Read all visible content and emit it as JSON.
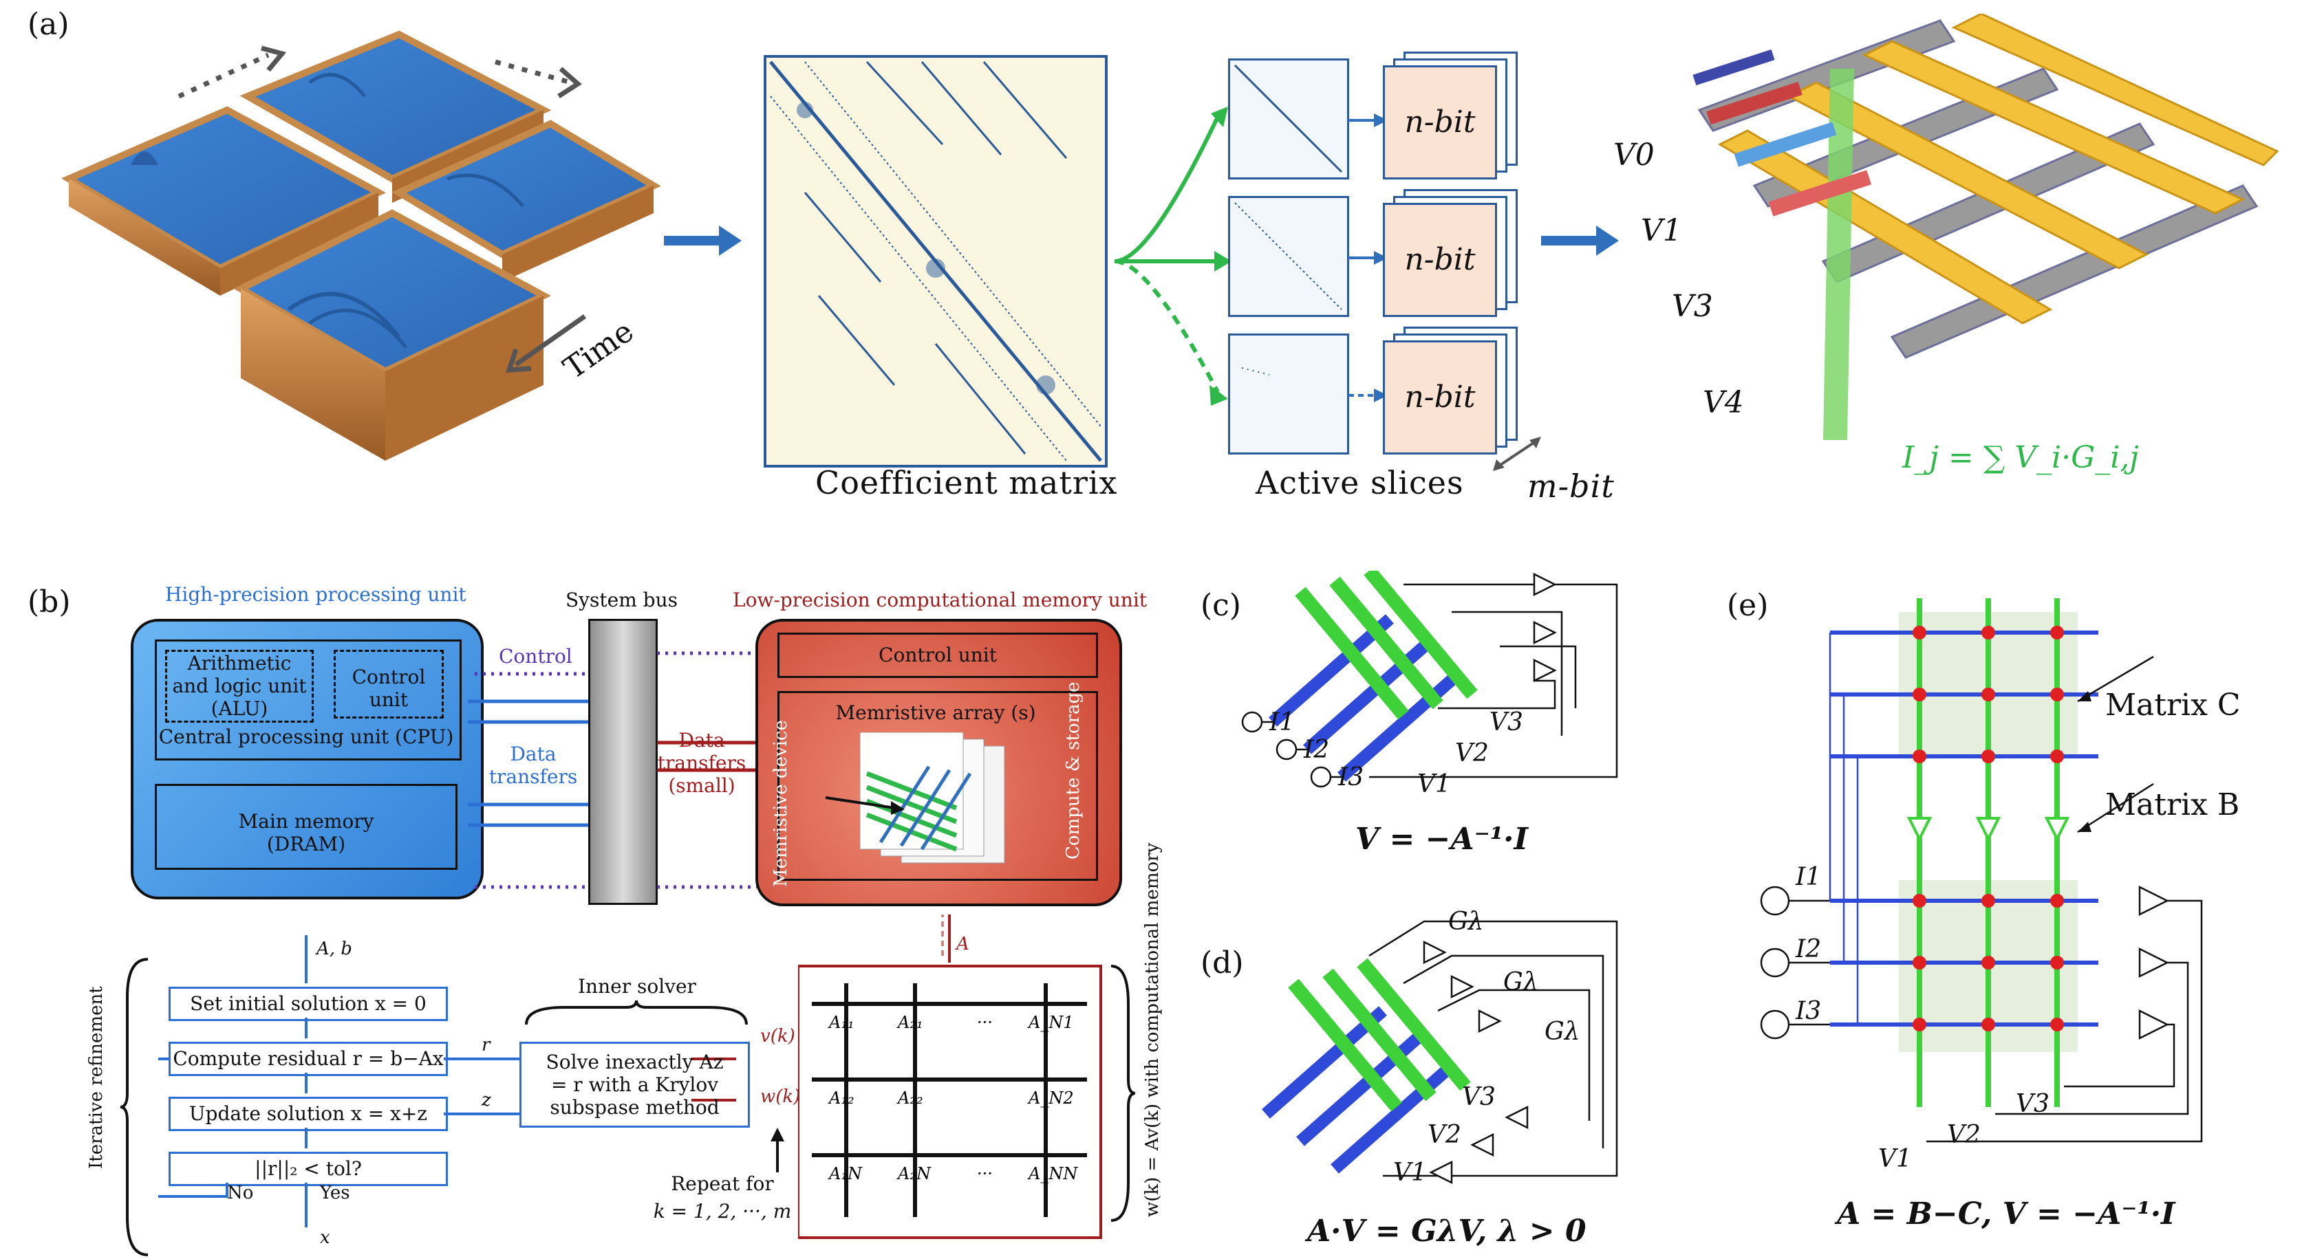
{
  "panels": {
    "a": {
      "label": "(a)",
      "time_label": "Time",
      "coef_caption": "Coefficient matrix",
      "slices_caption": "Active slices",
      "mbit": "m-bit",
      "nbit": "n-bit",
      "voltages": [
        "V0",
        "V1",
        "V3",
        "V4"
      ],
      "current_eq": "I_j = ∑ V_i·G_i,j"
    },
    "b": {
      "label": "(b)",
      "hp_title": "High-precision processing unit",
      "bus_title": "System bus",
      "lp_title": "Low-precision computational memory unit",
      "alu": "Arithmetic and logic unit (ALU)",
      "control_unit": "Control unit",
      "cpu": "Central processing unit (CPU)",
      "main_memory": "Main memory (DRAM)",
      "control": "Control",
      "data_transfers": "Data transfers",
      "data_transfers_small": "Data transfers (small)",
      "lp_control_unit": "Control unit",
      "mem_array": "Memristive array (s)",
      "mem_device": "Memristive device",
      "compute_storage": "Compute & storage",
      "ab": "A, b",
      "iter_ref": "Iterative refinement",
      "step1": "Set initial solution x = 0",
      "step2": "Compute residual r = b−Ax",
      "step3": "Update solution x = x+z",
      "step4": "||r||₂ < tol?",
      "no": "No",
      "yes": "Yes",
      "x": "x",
      "r": "r",
      "z": "z",
      "inner_solver": "Inner solver",
      "solve_text": "Solve inexactly Az = r with a Krylov subspase method",
      "vk": "v(k)",
      "wk": "w(k)",
      "repeat": "Repeat for",
      "repeat_k": "k = 1, 2, ···, m",
      "A": "A",
      "wav": "w(k) = Av(k) with computational memory"
    },
    "c": {
      "label": "(c)",
      "I": [
        "I1",
        "I2",
        "I3"
      ],
      "V": [
        "V3",
        "V2",
        "V1"
      ],
      "eq": "V = −A⁻¹·I"
    },
    "d": {
      "label": "(d)",
      "G": "Gλ",
      "V": [
        "V3",
        "V2",
        "V1"
      ],
      "eq": "A·V = GλV, λ > 0"
    },
    "e": {
      "label": "(e)",
      "matC": "Matrix C",
      "matB": "Matrix B",
      "I": [
        "I1",
        "I2",
        "I3"
      ],
      "V": [
        "V3",
        "V2",
        "V1"
      ],
      "eq": "A = B−C, V = −A⁻¹·I"
    }
  }
}
